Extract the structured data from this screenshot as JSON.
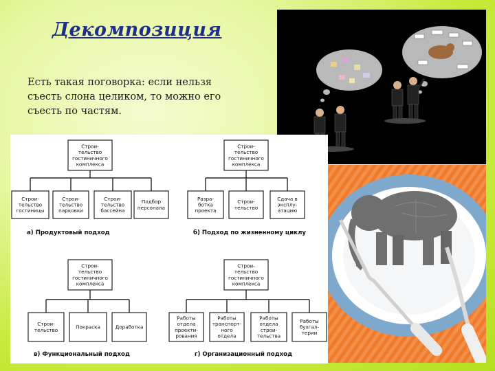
{
  "slide": {
    "title": "Декомпозиция",
    "text_lines": [
      "Есть такая поговорка: если нельзя",
      "съесть слона целиком, то можно его",
      "съесть по частям."
    ]
  },
  "diagrams": {
    "a": {
      "root": [
        "Строи-",
        "тельство",
        "гостиничного",
        "комплекса"
      ],
      "children": [
        [
          "Строи-",
          "тельство",
          "гостиницы"
        ],
        [
          "Строи-",
          "тельство",
          "парковки"
        ],
        [
          "Строи-",
          "тельство",
          "бассейна"
        ],
        [
          "Подбор",
          "персонала"
        ]
      ],
      "caption": "а) Продуктовый подход"
    },
    "b": {
      "root": [
        "Строи-",
        "тельство",
        "гостиничного",
        "комплекса"
      ],
      "children": [
        [
          "Разра-",
          "ботка",
          "проекта"
        ],
        [
          "Строи-",
          "тельство"
        ],
        [
          "Сдача в",
          "эксплу-",
          "атацию"
        ]
      ],
      "caption": "б) Подход по жизненному циклу"
    },
    "c": {
      "root": [
        "Строи-",
        "тельство",
        "гостиничного",
        "комплекса"
      ],
      "children": [
        [
          "Строи-",
          "тельство"
        ],
        [
          "Покраска"
        ],
        [
          "Доработка"
        ]
      ],
      "caption": "в) Функциональный подход"
    },
    "d": {
      "root": [
        "Строи-",
        "тельство",
        "гостиничного",
        "комплекса"
      ],
      "children": [
        [
          "Работы",
          "отдела",
          "проекти-",
          "рования"
        ],
        [
          "Работы",
          "транспорт-",
          "ного",
          "отдела"
        ],
        [
          "Работы",
          "отдела",
          "строи-",
          "тельства"
        ],
        [
          "Работы",
          "бухгал-",
          "терии"
        ]
      ],
      "caption": "г) Организационный подход"
    }
  },
  "colors": {
    "background": "#c6ea3a",
    "title": "#1f2e88",
    "elephant": "#6f6f6f",
    "plate": "#8fb8d8",
    "orange": "#f07a2c"
  }
}
